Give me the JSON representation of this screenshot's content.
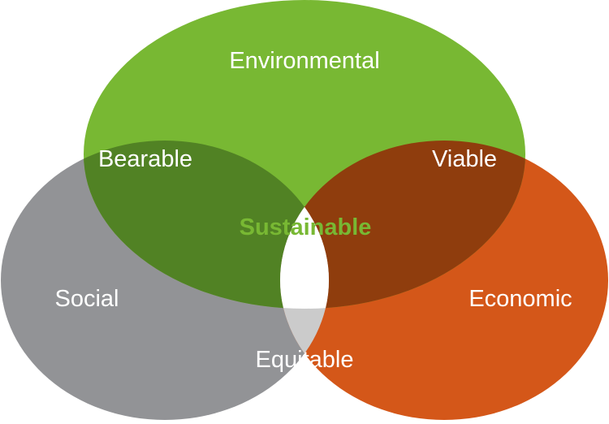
{
  "diagram": {
    "type": "venn",
    "circles": {
      "environmental": {
        "label": "Environmental",
        "color": "#78b833"
      },
      "social": {
        "label": "Social",
        "color": "#929396"
      },
      "economic": {
        "label": "Economic",
        "color": "#d45719"
      }
    },
    "overlaps": {
      "environmental_social": {
        "label": "Bearable",
        "color": "#518224"
      },
      "environmental_economic": {
        "label": "Viable",
        "color": "#8f3d0d"
      },
      "social_economic": {
        "label": "Equitable",
        "color": "#cbcbcb"
      }
    },
    "center": {
      "label": "Sustainable",
      "color": "#78b833",
      "fill": "#ffffff"
    }
  }
}
